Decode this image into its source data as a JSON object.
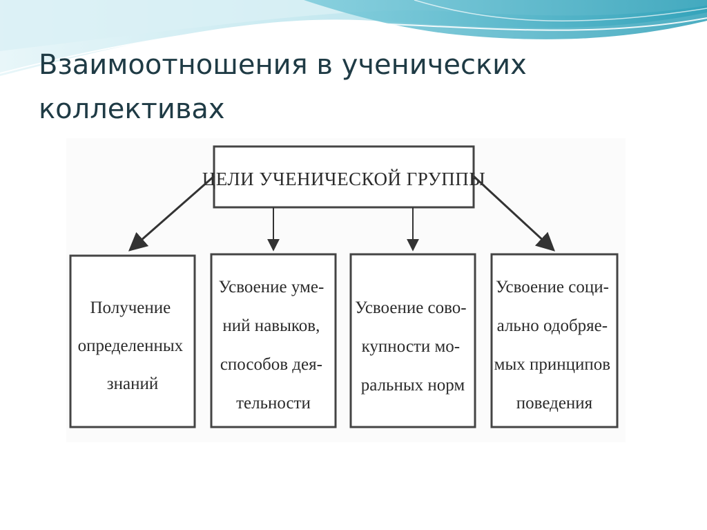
{
  "slide": {
    "title": "Взаимоотношения в ученических коллективах"
  },
  "diagram": {
    "root": "ЦЕЛИ УЧЕНИЧЕСКОЙ ГРУППЫ",
    "boxes": [
      {
        "lines": [
          "Получение",
          "определенных",
          "знаний"
        ]
      },
      {
        "lines": [
          "Усвоение уме-",
          "ний навыков,",
          "способов дея-",
          "тельности"
        ]
      },
      {
        "lines": [
          "Усвоение сово-",
          "купности мо-",
          "ральных норм"
        ]
      },
      {
        "lines": [
          "Усвоение соци-",
          "ально одобряе-",
          "мых принципов",
          "поведения"
        ]
      }
    ]
  },
  "colors": {
    "title": "#1f3b45",
    "wave_light": "#cfeaf0",
    "wave_mid": "#8fd0dd",
    "wave_dark": "#3aa7bd",
    "box_stroke": "#444444"
  }
}
